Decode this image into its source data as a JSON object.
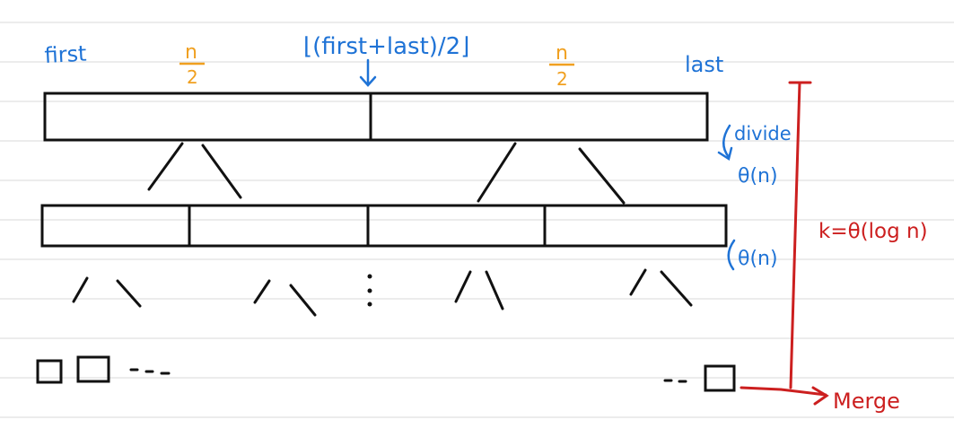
{
  "colors": {
    "rule_line": "#d9d9d9",
    "ink": "#111111",
    "blue": "#1f73d6",
    "orange": "#f0a020",
    "red": "#cc1f1f"
  },
  "labels": {
    "first": "first",
    "n_numerator": "n",
    "n_denominator": "2",
    "mid_formula": "⌊(first+last)/2⌋",
    "last": "last",
    "divide": "divide",
    "theta_n": "θ(n)",
    "k_eq": "k=θ(log n)",
    "merge": "Merge"
  }
}
